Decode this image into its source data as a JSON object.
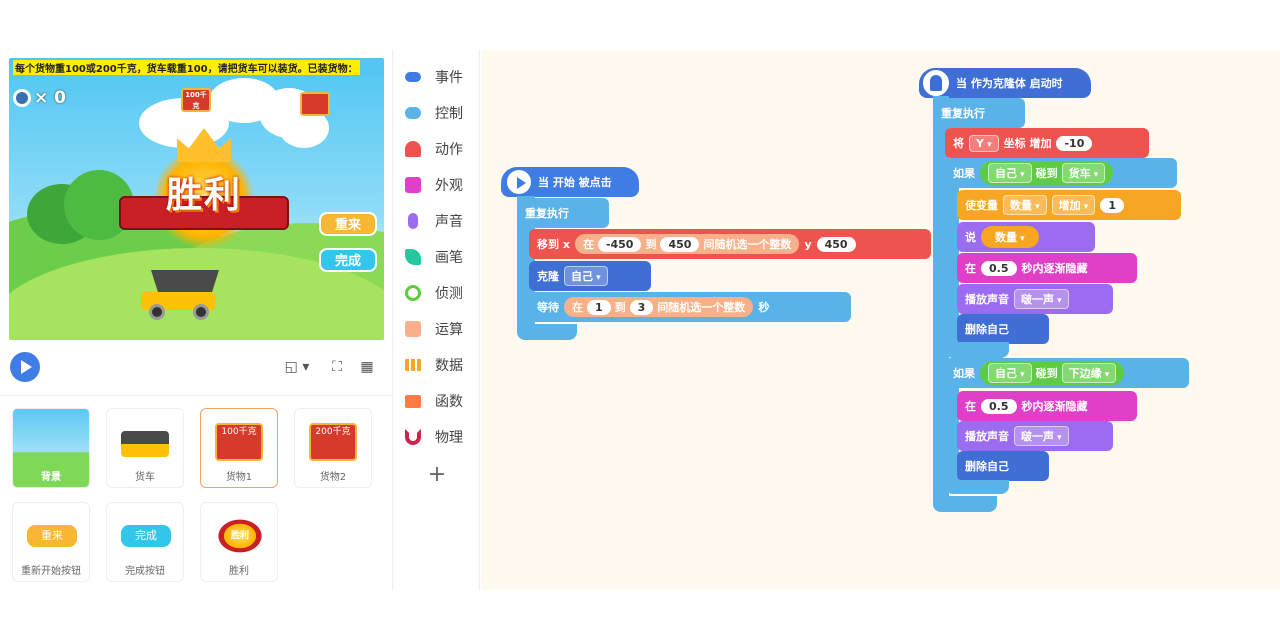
{
  "stage": {
    "title": "每个货物重100或200千克，货车载重100，请把货车可以装货。已装货物：",
    "timer_count": "× 0",
    "crate1_label": "100千克",
    "crate2_label": "",
    "victory_text": "胜利",
    "restart_label": "重来",
    "done_label": "完成",
    "tools": [
      "◱ ▾",
      "⛶",
      "▦"
    ]
  },
  "sprites": [
    {
      "name": "背景",
      "selected": false
    },
    {
      "name": "货车",
      "selected": false
    },
    {
      "name": "货物1",
      "thumb_label": "100千克",
      "selected": true
    },
    {
      "name": "货物2",
      "thumb_label": "200千克",
      "selected": false
    },
    {
      "name": "重新开始按钮",
      "thumb_label": "重来",
      "selected": false
    },
    {
      "name": "完成按钮",
      "thumb_label": "完成",
      "selected": false
    },
    {
      "name": "胜利",
      "thumb_label": "胜利",
      "selected": false
    }
  ],
  "categories": [
    {
      "label": "事件",
      "color": "#3f7de5"
    },
    {
      "label": "控制",
      "color": "#5ab3e8"
    },
    {
      "label": "动作",
      "color": "#ef5350"
    },
    {
      "label": "外观",
      "color": "#e040c8"
    },
    {
      "label": "声音",
      "color": "#9c6cf0"
    },
    {
      "label": "画笔",
      "color": "#26c6a0"
    },
    {
      "label": "侦测",
      "color": "#5ecb44"
    },
    {
      "label": "运算",
      "color": "#f7b08a"
    },
    {
      "label": "数据",
      "color": "#f7a623"
    },
    {
      "label": "函数",
      "color": "#ff7a45"
    },
    {
      "label": "物理",
      "color": "#d4204a"
    }
  ],
  "add_category": "+",
  "script1": {
    "hat": "当 开始 被点击",
    "repeat": "重复执行",
    "move_label": "移到 x",
    "move_in": "在",
    "move_from": "-450",
    "move_to_word": "到",
    "move_to": "450",
    "move_rand": "间随机选一个整数",
    "move_y_label": "y",
    "move_y": "450",
    "clone_label": "克隆",
    "clone_target": "自己",
    "wait_label": "等待",
    "wait_in": "在",
    "wait_from": "1",
    "wait_to_word": "到",
    "wait_to": "3",
    "wait_rand": "间随机选一个整数",
    "wait_unit": "秒"
  },
  "script2": {
    "hat": "当 作为克隆体 启动时",
    "repeat": "重复执行",
    "change_label": "将",
    "change_axis": "Y",
    "change_word": "坐标 增加",
    "change_value": "-10",
    "if1_label": "如果",
    "if1_self": "自己",
    "if1_touch": "碰到",
    "if1_target": "货车",
    "var_label": "使变量",
    "var_name": "数量",
    "var_op": "增加",
    "var_value": "1",
    "say_label": "说",
    "say_value": "数量",
    "fade1_in": "在",
    "fade1_value": "0.5",
    "fade1_text": "秒内逐渐隐藏",
    "sound1_label": "播放声音",
    "sound1_value": "啵一声",
    "delete1": "删除自己",
    "if2_label": "如果",
    "if2_self": "自己",
    "if2_touch": "碰到",
    "if2_target": "下边缘",
    "fade2_in": "在",
    "fade2_value": "0.5",
    "fade2_text": "秒内逐渐隐藏",
    "sound2_label": "播放声音",
    "sound2_value": "啵一声",
    "delete2": "删除自己"
  }
}
